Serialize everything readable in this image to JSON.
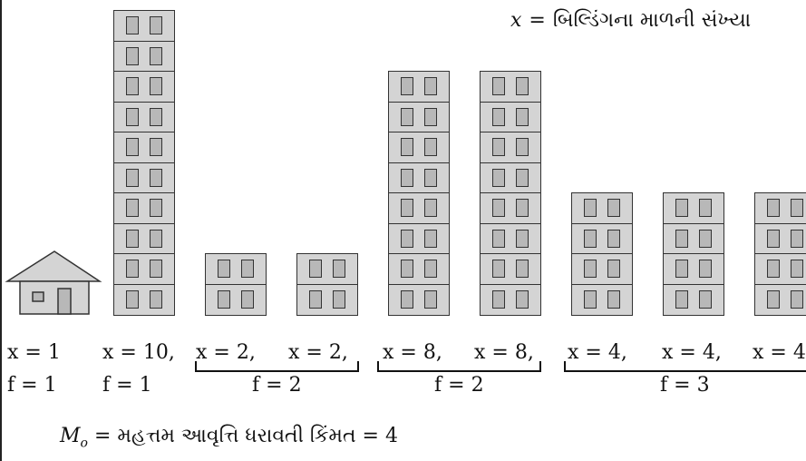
{
  "legend": {
    "variable": "x",
    "equals": "=",
    "text": "બિલ્ડિંગના માળની સંખ્યા"
  },
  "buildings": [
    {
      "floors": 1,
      "kind": "house",
      "x_label": "x = 1",
      "f_label": "f = 1"
    },
    {
      "floors": 10,
      "kind": "tower",
      "x_label": "x = 10,",
      "f_label": "f = 1"
    },
    {
      "floors": 2,
      "kind": "tower",
      "x_label": "x = 2,"
    },
    {
      "floors": 2,
      "kind": "tower",
      "x_label": "x = 2,"
    },
    {
      "floors": 8,
      "kind": "tower",
      "x_label": "x = 8,"
    },
    {
      "floors": 8,
      "kind": "tower",
      "x_label": "x = 8,"
    },
    {
      "floors": 4,
      "kind": "tower",
      "x_label": "x = 4,"
    },
    {
      "floors": 4,
      "kind": "tower",
      "x_label": "x = 4,"
    },
    {
      "floors": 4,
      "kind": "tower",
      "x_label": "x = 4"
    }
  ],
  "groups": [
    {
      "label": "f = 2"
    },
    {
      "label": "f = 2"
    },
    {
      "label": "f = 3"
    }
  ],
  "mode": {
    "symbol": "M",
    "subscript": "o",
    "text": "= મહત્તમ આવૃત્તિ ધરાવતી કિંમત = 4"
  }
}
